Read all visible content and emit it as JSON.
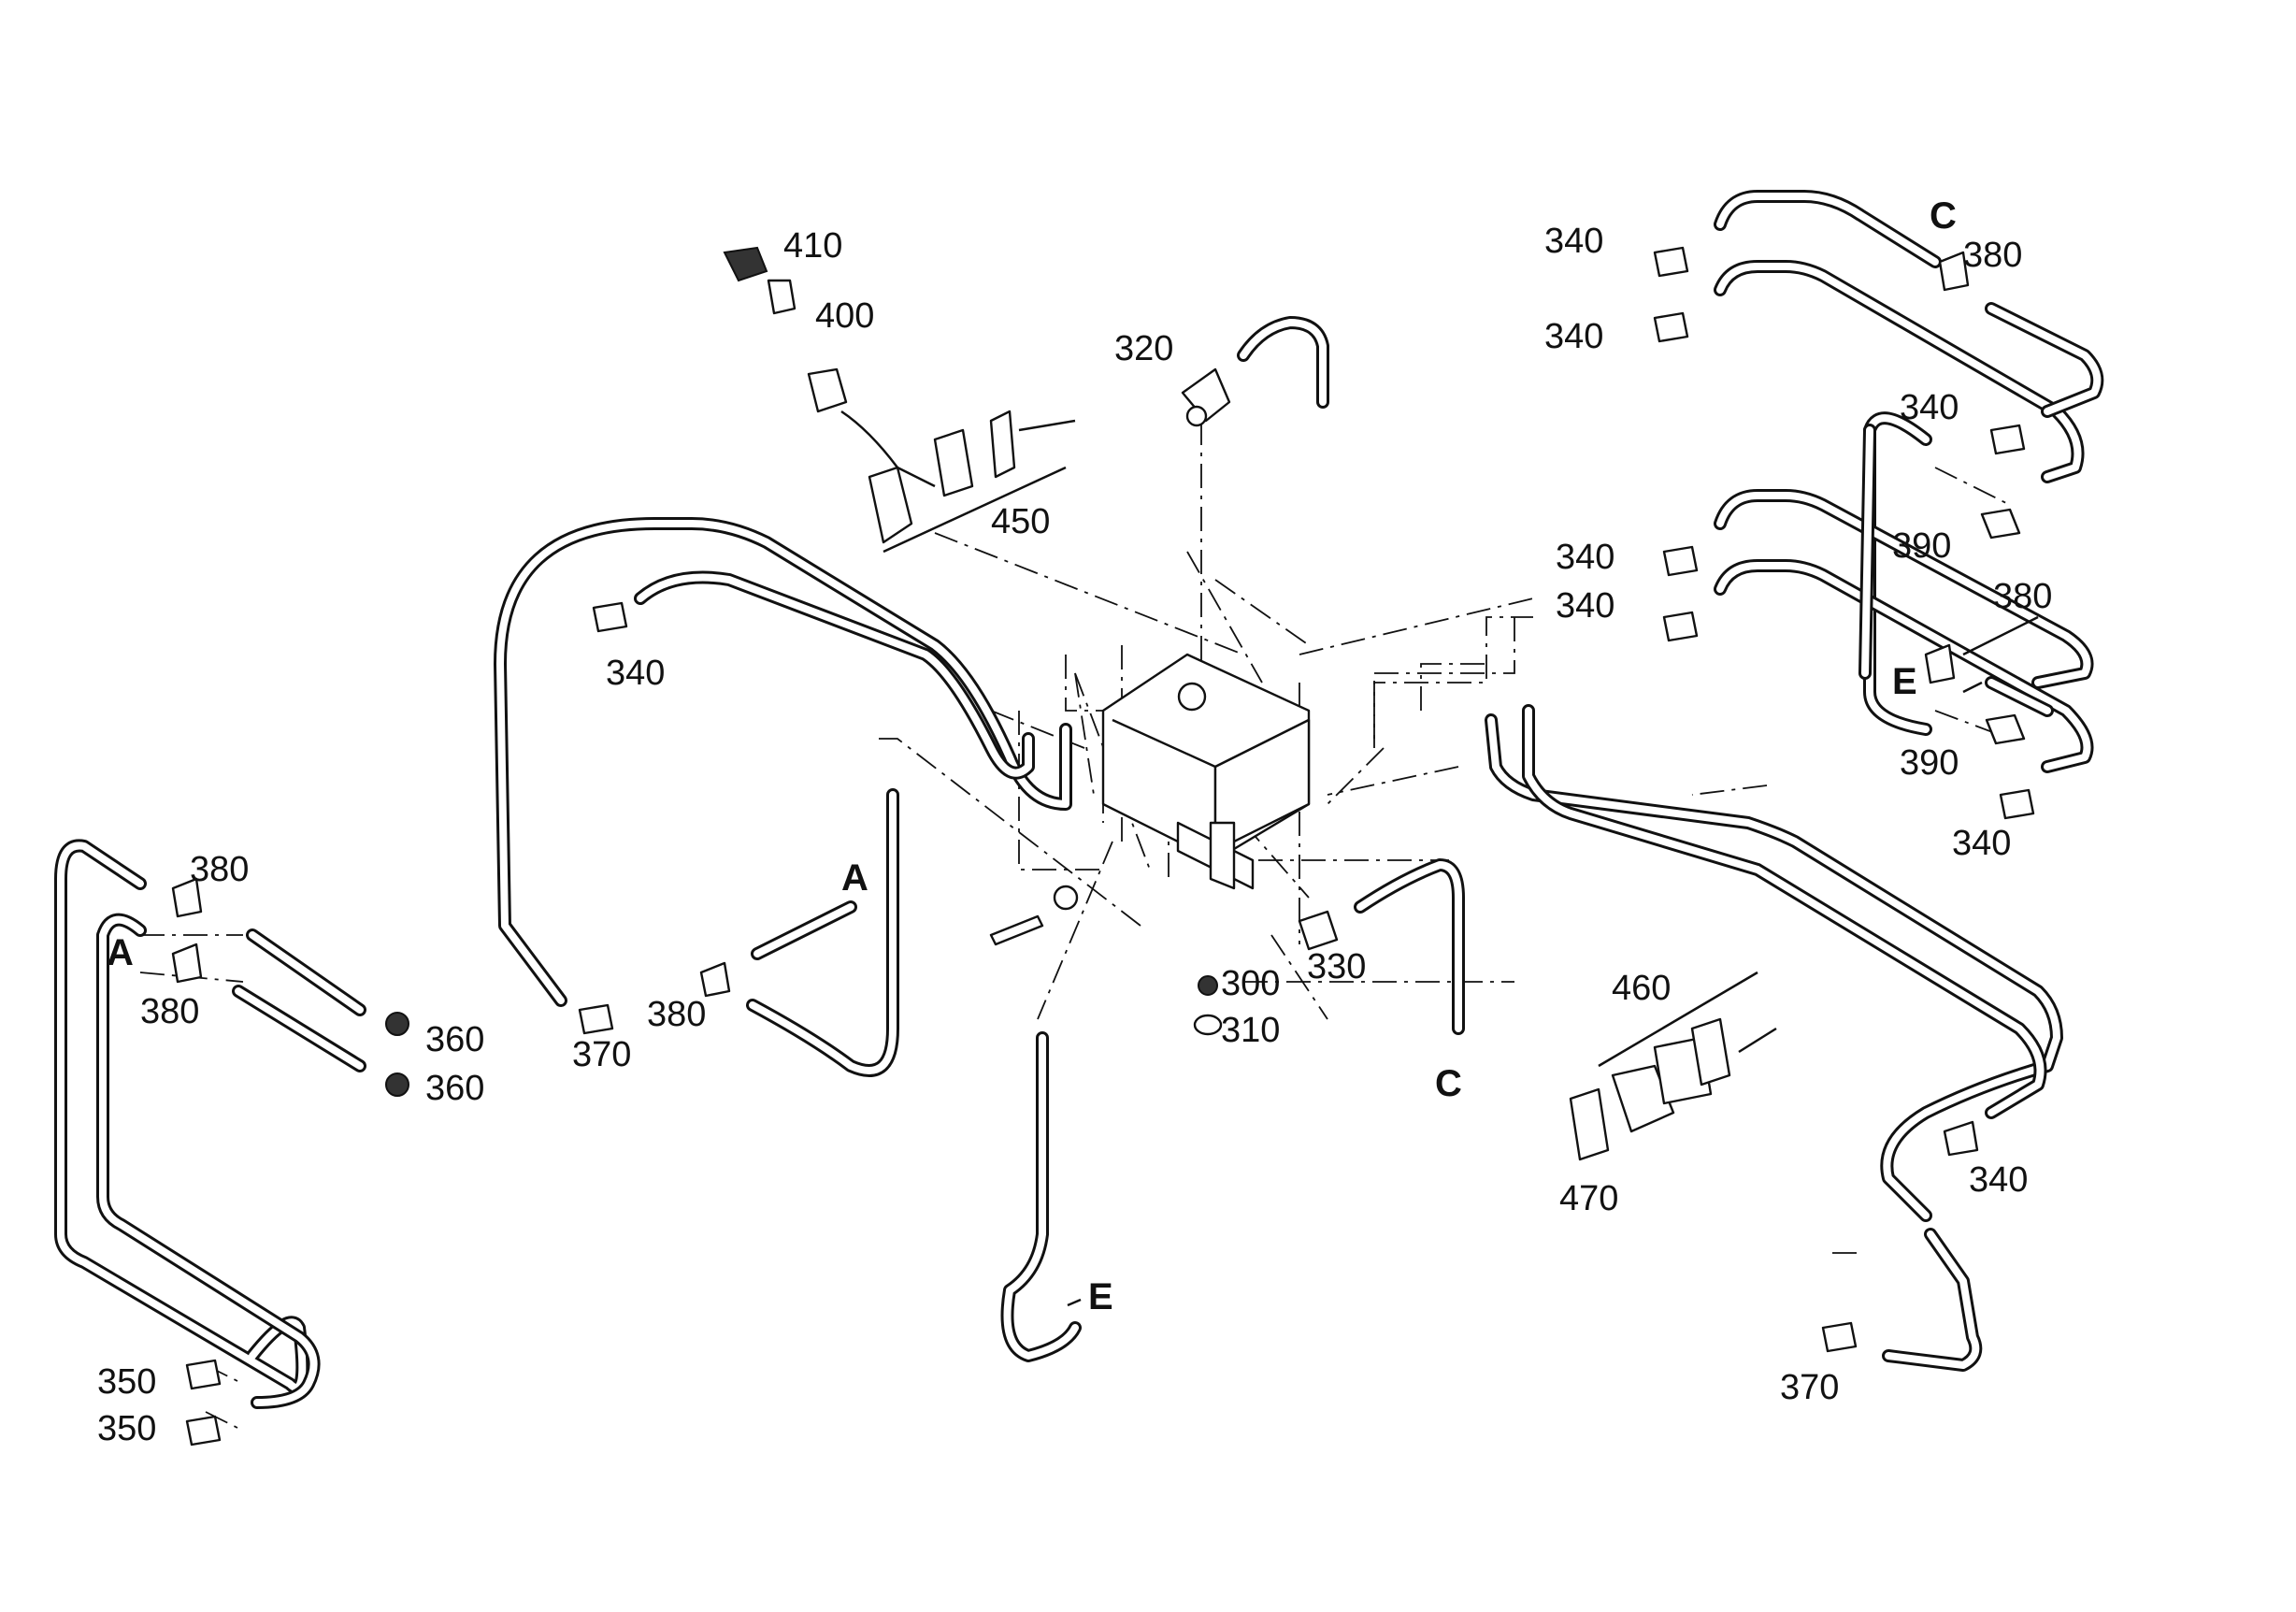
{
  "labels": {
    "l410": "410",
    "l400": "400",
    "l320": "320",
    "l450": "450",
    "l340_tr1": "340",
    "l340_tr2": "340",
    "l380_tr1": "380",
    "l340_tr3": "340",
    "l390_tr1": "390",
    "l340_tr4": "340",
    "l340_tr5": "340",
    "l380_tr2": "380",
    "l390_tr2": "390",
    "l340_tr6": "340",
    "l340_mid": "340",
    "l380_l1": "380",
    "l380_l2": "380",
    "l360_1": "360",
    "l360_2": "360",
    "l370_l": "370",
    "l380_c": "380",
    "l300": "300",
    "l310": "310",
    "l330": "330",
    "l460": "460",
    "l470": "470",
    "l340_br": "340",
    "l370_br": "370",
    "l350_1": "350",
    "l350_2": "350"
  },
  "connectors": {
    "C_top": "C",
    "C_bottom": "C",
    "E_right": "E",
    "E_bottom": "E",
    "A_left": "A",
    "A_mid": "A"
  }
}
